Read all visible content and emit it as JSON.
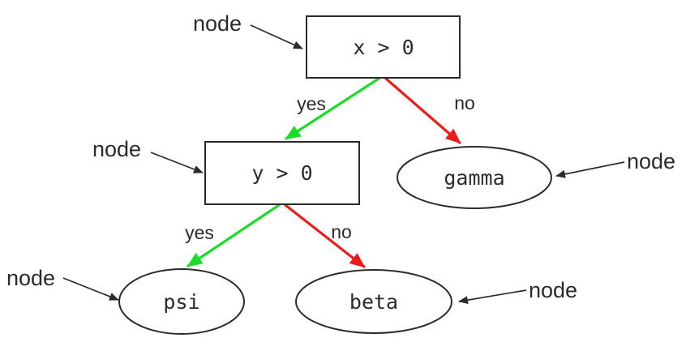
{
  "diagram": {
    "type": "decision-tree",
    "nodes": [
      {
        "id": "condition-x",
        "shape": "rectangle",
        "label": "x > 0"
      },
      {
        "id": "condition-y",
        "shape": "rectangle",
        "label": "y > 0"
      },
      {
        "id": "leaf-gamma",
        "shape": "ellipse",
        "label": "gamma"
      },
      {
        "id": "leaf-psi",
        "shape": "ellipse",
        "label": "psi"
      },
      {
        "id": "leaf-beta",
        "shape": "ellipse",
        "label": "beta"
      }
    ],
    "edges": [
      {
        "from": "condition-x",
        "to": "condition-y",
        "label": "yes",
        "color_key": "yes_edge"
      },
      {
        "from": "condition-x",
        "to": "leaf-gamma",
        "label": "no",
        "color_key": "no_edge"
      },
      {
        "from": "condition-y",
        "to": "leaf-psi",
        "label": "yes",
        "color_key": "yes_edge"
      },
      {
        "from": "condition-y",
        "to": "leaf-beta",
        "label": "no",
        "color_key": "no_edge"
      }
    ],
    "annotations": [
      {
        "text": "node",
        "points_to": "condition-x"
      },
      {
        "text": "node",
        "points_to": "condition-y"
      },
      {
        "text": "node",
        "points_to": "leaf-gamma"
      },
      {
        "text": "node",
        "points_to": "leaf-psi"
      },
      {
        "text": "node",
        "points_to": "leaf-beta"
      }
    ],
    "colors": {
      "yes_edge": "#1bdd27",
      "no_edge": "#ee1b1b",
      "outline": "#2b2b2b",
      "text": "#2b2b2b",
      "background": "#ffffff"
    }
  }
}
